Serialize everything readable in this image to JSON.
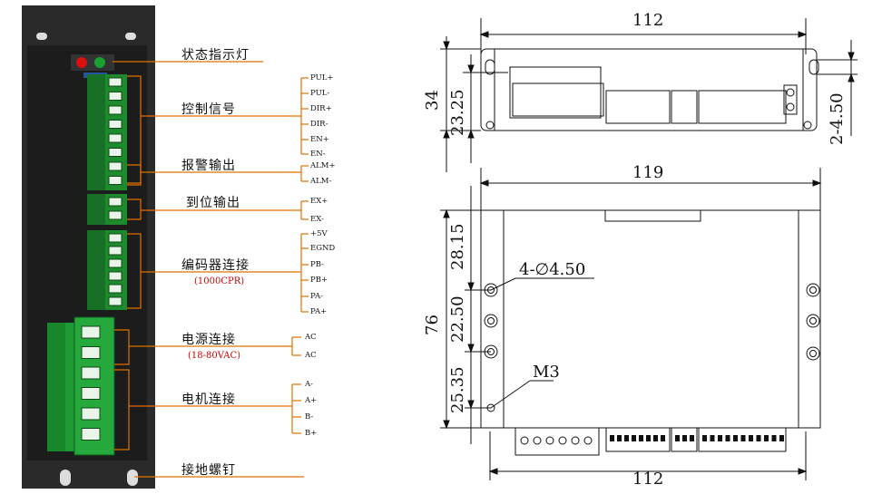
{
  "left_panel": {
    "groups": [
      {
        "label": "状态指示灯"
      },
      {
        "label": "控制信号",
        "pins": [
          "PUL+",
          "PUL-",
          "DIR+",
          "DIR-",
          "EN+",
          "EN-"
        ]
      },
      {
        "label": "报警输出",
        "pins": [
          "ALM+",
          "ALM-"
        ]
      },
      {
        "label": "到位输出",
        "pins": [
          "EX+",
          "EX-"
        ]
      },
      {
        "label": "编码器连接",
        "sub": "(1000CPR)",
        "pins": [
          "+5V",
          "EGND",
          "PB-",
          "PB+",
          "PA-",
          "PA+"
        ]
      },
      {
        "label": "电源连接",
        "sub": "(18-80VAC)",
        "pins": [
          "AC",
          "AC"
        ]
      },
      {
        "label": "电机连接",
        "pins": [
          "A-",
          "A+",
          "B-",
          "B+"
        ]
      },
      {
        "label": "接地螺钉"
      }
    ]
  },
  "top_view": {
    "width": "112",
    "height": "34",
    "inner_height": "23.25",
    "slot": "2-4.50"
  },
  "front_view": {
    "width_top": "119",
    "width_bottom": "112",
    "height": "76",
    "dim_a": "28.15",
    "dim_b": "22.50",
    "dim_c": "25.35",
    "holes": "4-∅4.50",
    "screw": "M3"
  },
  "colors": {
    "leader": "#e07000",
    "panel": "#1c1c1c",
    "terminal": "#1e8a2e",
    "subtitle": "#d00000"
  }
}
